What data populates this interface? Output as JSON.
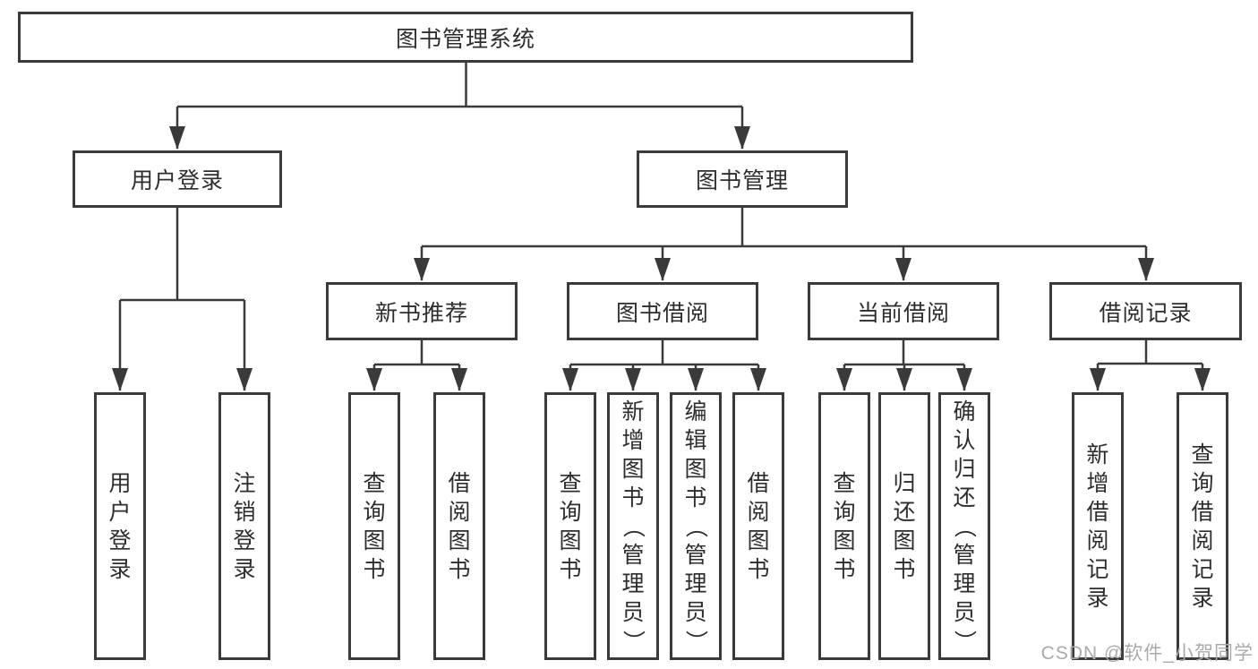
{
  "diagram_title": "图书管理系统",
  "tree": {
    "root": {
      "label": "图书管理系统",
      "children": [
        {
          "label": "用户登录",
          "children": [
            {
              "label": "用户登录"
            },
            {
              "label": "注销登录"
            }
          ]
        },
        {
          "label": "图书管理",
          "children": [
            {
              "label": "新书推荐",
              "children": [
                {
                  "label": "查询图书"
                },
                {
                  "label": "借阅图书"
                }
              ]
            },
            {
              "label": "图书借阅",
              "children": [
                {
                  "label": "查询图书"
                },
                {
                  "label": "新增图书（管理员）"
                },
                {
                  "label": "编辑图书（管理员）"
                },
                {
                  "label": "借阅图书"
                }
              ]
            },
            {
              "label": "当前借阅",
              "children": [
                {
                  "label": "查询图书"
                },
                {
                  "label": "归还图书"
                },
                {
                  "label": "确认归还（管理员）"
                }
              ]
            },
            {
              "label": "借阅记录",
              "children": [
                {
                  "label": "新增借阅记录"
                },
                {
                  "label": "查询借阅记录"
                }
              ]
            }
          ]
        }
      ]
    }
  },
  "watermark": {
    "text": "CSDN @软件_小贺同学"
  },
  "colors": {
    "line": "#3a3a3a",
    "border": "#3a3a3a",
    "text": "#2d2d2d",
    "watermark": "#aaaaaa",
    "background": "#ffffff"
  }
}
